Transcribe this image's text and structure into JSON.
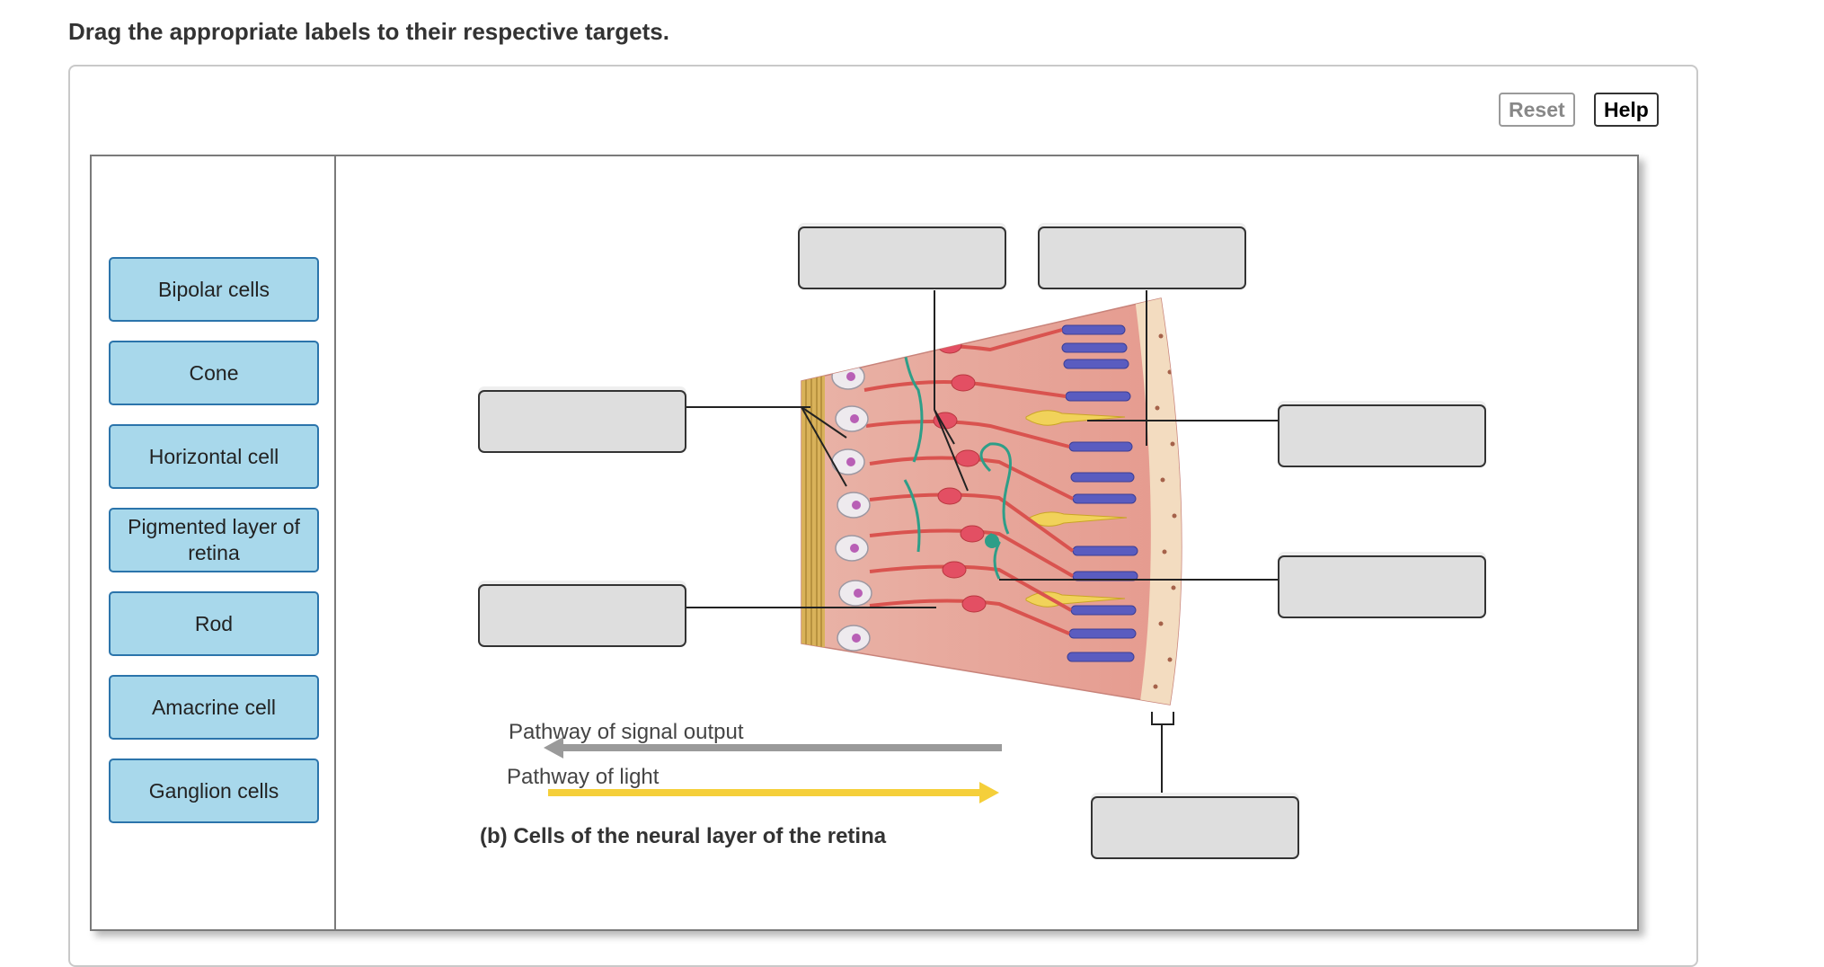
{
  "instruction": "Drag the appropriate labels to their respective targets.",
  "toolbar": {
    "reset_label": "Reset",
    "help_label": "Help"
  },
  "labels": [
    "Bipolar cells",
    "Cone",
    "Horizontal cell",
    "Pigmented layer of retina",
    "Rod",
    "Amacrine cell",
    "Ganglion cells"
  ],
  "targets_empty_count": 7,
  "diagram": {
    "output_caption": "Pathway of signal output",
    "light_caption": "Pathway of light",
    "figure_caption": "(b) Cells of the neural layer of the retina",
    "colors": {
      "output_arrow": "#9a9a9a",
      "light_arrow": "#f5cf3a",
      "tissue": "#e8a89c",
      "rod": "#5a5cc0",
      "cone": "#f1d25a",
      "ganglion": "#e9e6ea",
      "pigment": "#f3dcc0"
    }
  }
}
